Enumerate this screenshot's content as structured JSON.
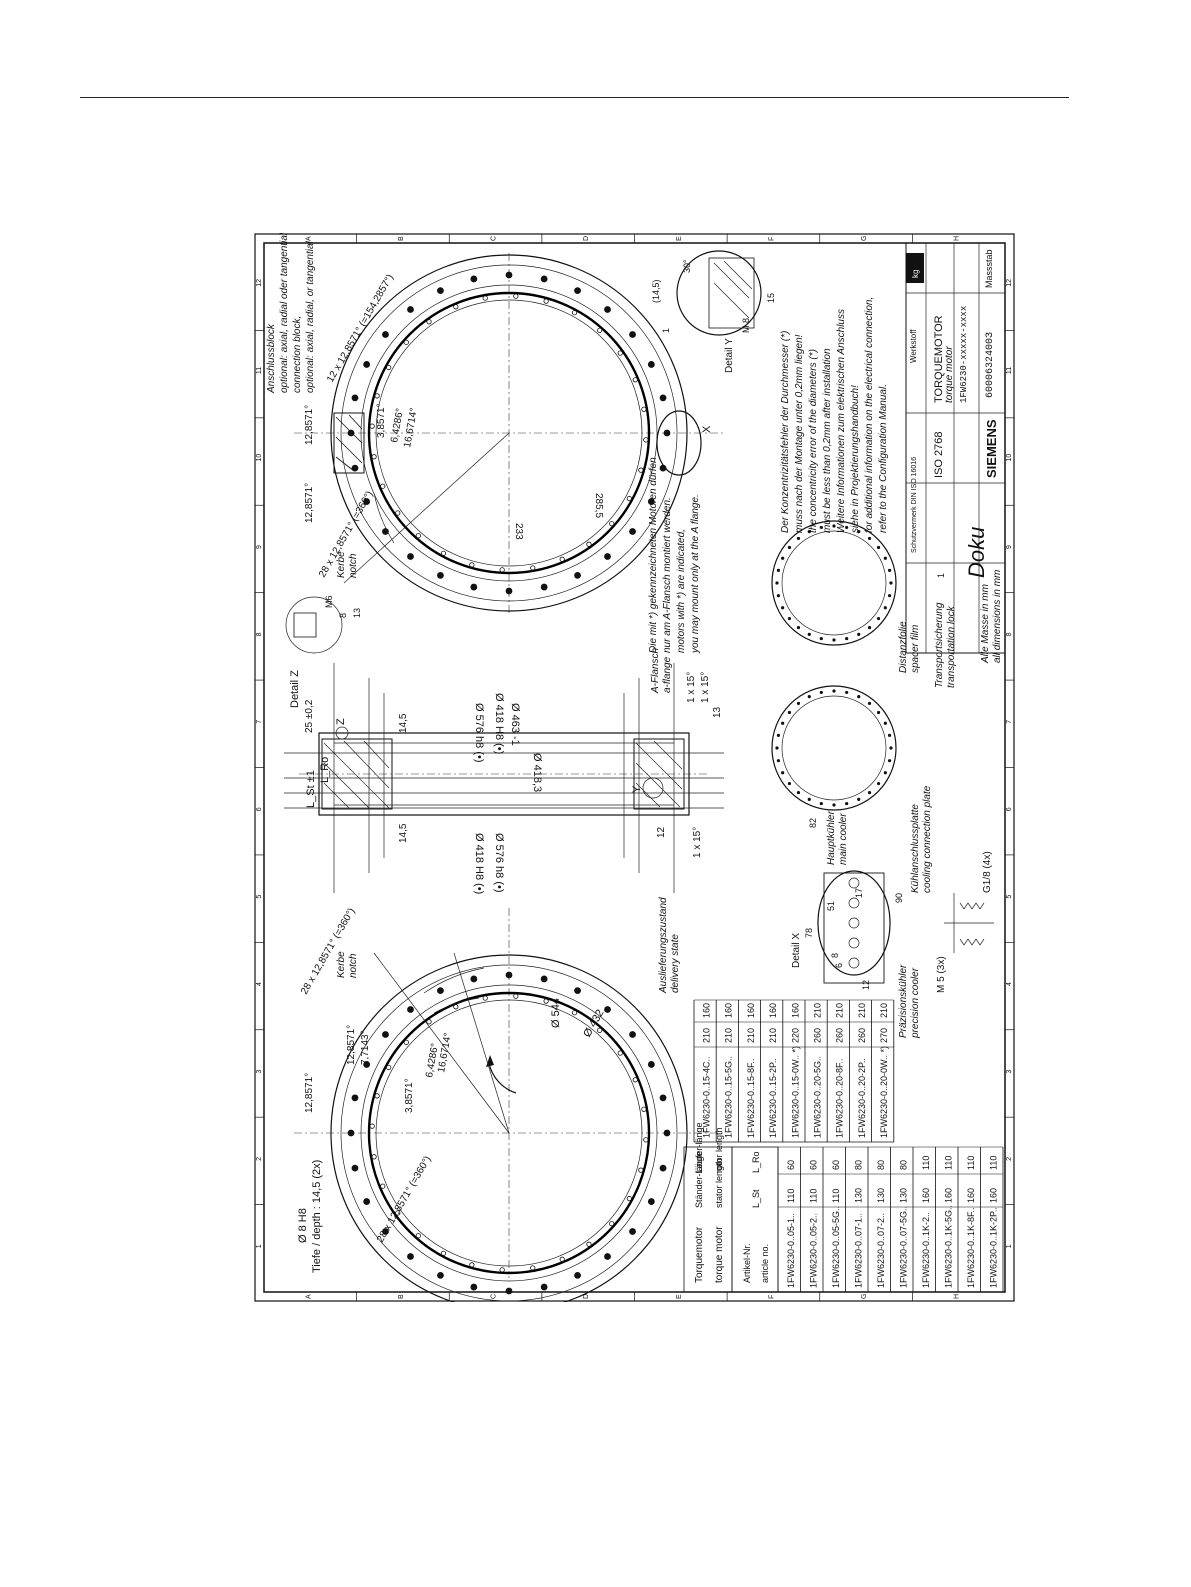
{
  "drawing": {
    "row_letters": [
      "A",
      "B",
      "C",
      "D",
      "E",
      "F",
      "G",
      "H"
    ],
    "col_numbers": [
      "1",
      "2",
      "3",
      "4",
      "5",
      "6",
      "7",
      "8",
      "9",
      "10",
      "11",
      "12"
    ],
    "left_view": {
      "hole_pattern": "28 x 12,8571° (=360°)",
      "hole_spec_1": "Ø 8 H8",
      "hole_spec_2": "Tiefe / depth : 14,5 (2x)",
      "notch_de": "Kerbe",
      "notch_en": "notch",
      "delivery_de": "Auslieferungszustand",
      "delivery_en": "delivery state",
      "dia_outer": "Ø 544",
      "dia_inner": "Ø 432",
      "angles": [
        "12,8571°",
        "7,7143°",
        "3,8571°",
        "6,4286°",
        "16,6714°",
        "12,8571°",
        "28 x 12,8571° (=360°)"
      ]
    },
    "right_view": {
      "connection_de": "Anschlussblock",
      "connection_line1": "optional: axial, radial oder tangential",
      "connection_en": "connection block,",
      "connection_line2": "optional: axial, radial, or tangential",
      "hole_pattern": "12 x 12,8571° (=154,2857°)",
      "hole_pattern_2": "28 x 12,8571° (=360°)",
      "notch_de": "Kerbe",
      "notch_en": "notch",
      "dim_233": "233",
      "dim_285": "285,5",
      "detail_x_mark": "X",
      "angles": [
        "12,8571°",
        "12,8571°",
        "3,8571°",
        "6,4286°",
        "16,6714°"
      ]
    },
    "section": {
      "detail_z": "Detail Z",
      "dim_25": "25 ±0,2",
      "lst": "L_St ±1",
      "lro": "L_Ro",
      "dim_14_5a": "14,5",
      "dim_14_5b": "14,5",
      "dia_576_top": "Ø 576 h8 (•)",
      "dia_418_top": "Ø 418 H8 (•)",
      "dia_463": "Ø 463 -1",
      "dia_418_3": "Ø 418,3",
      "dia_418_bot": "Ø 418 H8 (•)",
      "dia_576_bot": "Ø 576 h8 (•)",
      "chamfer_1": "1 x 15°",
      "chamfer_2": "1 x 15°",
      "chamfer_3": "1 x 15°",
      "dim_13": "13",
      "dim_12": "12",
      "mark_y": "Y",
      "mark_z": "Z",
      "aflange_de": "A-Flansch",
      "aflange_en": "a-flange"
    },
    "detail_y": {
      "label": "Detail Y",
      "scale": "M 8",
      "angle": "30°",
      "dim_14_5": "(14,5)",
      "dim_15": "15",
      "dim_1": "1"
    },
    "detail_z_small": {
      "dim_8": "8",
      "dim_13": "13",
      "dim_6": "M6"
    },
    "detail_x": {
      "label": "Detail X",
      "dim_78": "78",
      "dim_82": "82",
      "dim_90": "90",
      "dim_51": "51",
      "dim_17": "17",
      "dim_12": "12",
      "dim_6": "6",
      "dim_8": "8",
      "main_cooler_de": "Hauptkühler",
      "main_cooler_en": "main cooler",
      "plate_de": "Kühlanschlussplatte",
      "plate_en": "cooling connection plate",
      "precision_de": "Präzisionskühler",
      "precision_en": "precision cooler",
      "thread_m5": "M 5 (3x)",
      "thread_g18": "G1/8 (4x)"
    },
    "mount_note": {
      "line1": "Die mit *) gekennzeichneten Motoren dürfen",
      "line2": "nur am A-Flansch montiert werden.",
      "line3": "motors with *) are indicated,",
      "line4": "you may mount only at the A flange."
    },
    "film_labels": {
      "spacer_de": "Distanzfolie",
      "spacer_en": "spacer film",
      "transport_de": "Transportsicherung",
      "transport_en": "transportation lock",
      "all_dims_de": "Alle Masse in mm",
      "all_dims_en": "all dimensions in mm"
    },
    "concentricity_note": {
      "line1": "Der Konzentrizitätsfehler der Durchmesser (*)",
      "line2": "muss nach der Montage unter 0,2mm liegen!",
      "line3": "the concentricity error of the diameters (*)",
      "line4": "must be less than 0,2mm after installation",
      "line5": "Weitere Informationen zum elektrischen Anschluss",
      "line6": "siehe in Projektierungshandbuch!",
      "line7": "for additional information on the electrical connection,",
      "line8": "refer to the Configuration Manual."
    },
    "title_block": {
      "material": "Werkstoff",
      "kg": "kg",
      "title_main": "TORQUEMOTOR",
      "title_sub": "torque motor",
      "type": "1FW6230-xxxxx-xxxx",
      "drawing_no": "6000632400З",
      "standard": "ISO 2768",
      "company": "SIEMENS",
      "scale_label": "Massstab",
      "tolerance_label": "Schutzvermerk DIN ISO 16016",
      "stamp": "Doku",
      "sheet": "1"
    },
    "table_large": {
      "headers": [
        [
          "Torquemotor",
          "torque motor"
        ],
        [
          "Ständer-länge",
          "stator length"
        ],
        [
          "Läufer-länge",
          "rotor length"
        ]
      ],
      "subheaders": [
        "Artikel-Nr.",
        "article no.",
        "L_St",
        "L_Ro"
      ],
      "rows": [
        [
          "1FW6230-0..05-1..",
          "110",
          "60"
        ],
        [
          "1FW6230-0..05-2..",
          "110",
          "60"
        ],
        [
          "1FW6230-0..05-5G..",
          "110",
          "60"
        ],
        [
          "1FW6230-0..07-1..",
          "130",
          "80"
        ],
        [
          "1FW6230-0..07-2..",
          "130",
          "80"
        ],
        [
          "1FW6230-0..07-5G..",
          "130",
          "80"
        ],
        [
          "1FW6230-0..1K-2..",
          "160",
          "110"
        ],
        [
          "1FW6230-0..1K-5G..",
          "160",
          "110"
        ],
        [
          "1FW6230-0..1K-8F..",
          "160",
          "110"
        ],
        [
          "1FW6230-0..1K-2P..",
          "160",
          "110"
        ]
      ]
    },
    "table_small": {
      "rows": [
        [
          "1FW6230-0..15-4C..",
          "210",
          "160"
        ],
        [
          "1FW6230-0..15-5G..",
          "210",
          "160"
        ],
        [
          "1FW6230-0..15-8F..",
          "210",
          "160"
        ],
        [
          "1FW6230-0..15-2P..",
          "210",
          "160"
        ],
        [
          "1FW6230-0..15-0W.. *)",
          "220",
          "160"
        ],
        [
          "1FW6230-0..20-5G..",
          "260",
          "210"
        ],
        [
          "1FW6230-0..20-8F..",
          "260",
          "210"
        ],
        [
          "1FW6230-0..20-2P..",
          "260",
          "210"
        ],
        [
          "1FW6230-0..20-0W.. *)",
          "270",
          "210"
        ]
      ]
    }
  }
}
